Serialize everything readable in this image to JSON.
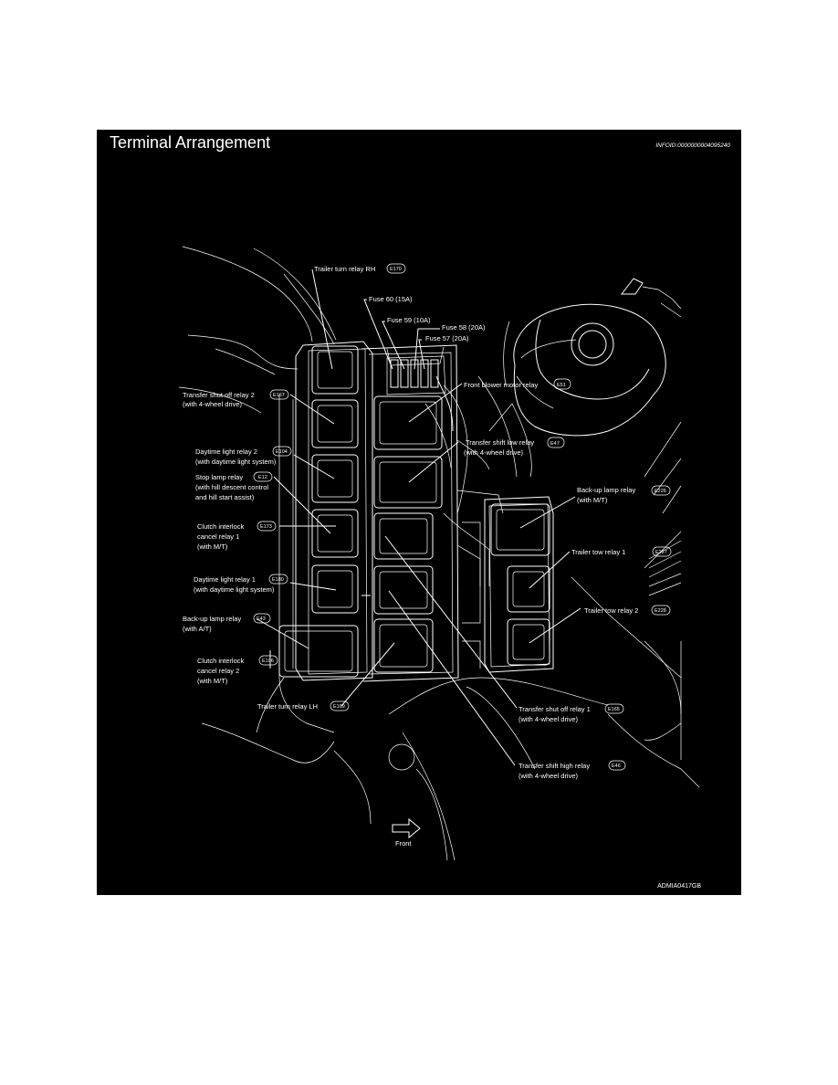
{
  "header": {
    "title": "Terminal Arrangement",
    "info_id": "INFOID:0000000004095240"
  },
  "footer": {
    "code": "ADMIA0417GB",
    "front_label": "Front"
  },
  "labels": {
    "trailer_turn_rh": {
      "text": "Trailer turn relay RH",
      "badge": "E170"
    },
    "fuse60": {
      "text": "Fuse 60 (15A)"
    },
    "fuse59": {
      "text": "Fuse 59 (10A)"
    },
    "fuse58": {
      "text": "Fuse 58 (20A)"
    },
    "fuse57": {
      "text": "Fuse 57 (20A)"
    },
    "front_blower": {
      "text": "Front blower motor relay",
      "badge": "E51"
    },
    "transfer_shutoff_2": {
      "line1": "Transfer shut off relay 2",
      "line2": "(with 4-wheel drive)",
      "badge": "E167"
    },
    "transfer_shift_low": {
      "line1": "Transfer shift low relay",
      "line2": "(with 4-wheel drive)",
      "badge": "E47"
    },
    "daytime_2": {
      "line1": "Daytime light relay 2",
      "line2": "(with daytime light system)",
      "badge": "E104"
    },
    "stop_lamp": {
      "line1": "Stop lamp relay",
      "line2": "(with hill descent control",
      "line3": "and hill start assist)",
      "badge": "E12"
    },
    "backup_mt": {
      "line1": "Back-up lamp relay",
      "line2": "(with M/T)",
      "badge": "E226"
    },
    "clutch_1": {
      "line1": "Clutch interlock",
      "line2": "cancel relay 1",
      "line3": "(with M/T)",
      "badge": "E173"
    },
    "trailer_tow_1": {
      "text": "Trailer tow relay 1",
      "badge": "E227"
    },
    "daytime_1": {
      "line1": "Daytime light relay 1",
      "line2": "(with daytime light system)",
      "badge": "E180"
    },
    "trailer_tow_2": {
      "text": "Trailer tow relay 2",
      "badge": "E228"
    },
    "backup_at": {
      "line1": "Back-up lamp relay",
      "line2": "(with A/T)",
      "badge": "E43"
    },
    "clutch_2": {
      "line1": "Clutch interlock",
      "line2": "cancel relay 2",
      "line3": "(with M/T)",
      "badge": "E106"
    },
    "trailer_turn_lh": {
      "text": "Trailer turn relay LH",
      "badge": "E169"
    },
    "transfer_shutoff_1": {
      "line1": "Transfer shut off relay 1",
      "line2": "(with 4-wheel drive)",
      "badge": "E165"
    },
    "transfer_shift_high": {
      "line1": "Transfer shift high relay",
      "line2": "(with 4-wheel drive)",
      "badge": "E46"
    }
  }
}
